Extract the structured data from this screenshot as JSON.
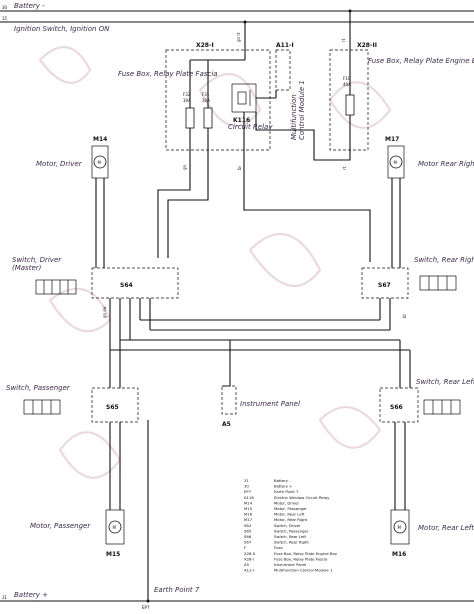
{
  "rails": {
    "top_pin": "30",
    "top_label": "Battery -",
    "second_pin": "15",
    "second_label": "Ignition Switch, Ignition ON",
    "bottom_pin": "31",
    "bottom_label": "Battery +"
  },
  "connectors": {
    "x28_i": "X28-I",
    "a11_i": "A11-I",
    "x28_ii": "X28-II"
  },
  "fuse_box_fascia": "Fuse Box, Relay Plate Fascia",
  "fuse_box_engine": "Fuse Box, Relay Plate Engine Bay",
  "fuses": {
    "f32": {
      "name": "F32",
      "rating": "30A"
    },
    "f31": {
      "name": "F31",
      "rating": "30A"
    },
    "f10": {
      "name": "F10",
      "rating": "40A"
    }
  },
  "relay": {
    "code": "K116",
    "label": "Circuit Relay"
  },
  "module": {
    "line1": "Multifunction",
    "line2": "Control Module 1"
  },
  "motors": {
    "driver": {
      "code": "M14",
      "label": "Motor, Driver"
    },
    "rear_right": {
      "code": "M17",
      "label": "Motor Rear Right"
    },
    "passenger": {
      "code": "M15",
      "label": "Motor, Passenger"
    },
    "rear_left": {
      "code": "M16",
      "label": "Motor, Rear Left"
    }
  },
  "switches": {
    "driver": {
      "code": "S64",
      "line1": "Switch, Driver",
      "line2": "(Master)"
    },
    "rear_right": {
      "code": "S67",
      "label": "Switch, Rear Right"
    },
    "passenger": {
      "code": "S65",
      "label": "Switch, Passenger"
    },
    "rear_left": {
      "code": "S66",
      "label": "Switch, Rear Left"
    }
  },
  "instrument_panel": {
    "code": "A5",
    "label": "Instrument Panel"
  },
  "earth": {
    "label": "Earth Point 7",
    "code": "EP7"
  },
  "wire_labels": {
    "gn_rt": "gn rt",
    "gn": "gn",
    "rt": "rt",
    "br": "br",
    "gr": "gr",
    "gn_sw": "gn sw",
    "bl": "bl"
  },
  "legend": [
    {
      "code": "31",
      "desc": "Battery -"
    },
    {
      "code": "30",
      "desc": "Battery +"
    },
    {
      "code": "EP7",
      "desc": "Earth Point 7"
    },
    {
      "code": "K116",
      "desc": "Electric Window Circuit Relay"
    },
    {
      "code": "M14",
      "desc": "Motor, Driver"
    },
    {
      "code": "M15",
      "desc": "Motor, Passenger"
    },
    {
      "code": "M16",
      "desc": "Motor, Rear Left"
    },
    {
      "code": "M17",
      "desc": "Motor, Rear Right"
    },
    {
      "code": "S64",
      "desc": "Switch, Driver"
    },
    {
      "code": "S65",
      "desc": "Switch, Passenger"
    },
    {
      "code": "S66",
      "desc": "Switch, Rear Left"
    },
    {
      "code": "S67",
      "desc": "Switch, Rear Right"
    },
    {
      "code": "F",
      "desc": "Fuse"
    },
    {
      "code": "X28-II",
      "desc": "Fuse Box, Relay Plate Engine Bay"
    },
    {
      "code": "X28-I",
      "desc": "Fuse Box, Relay Plate Fascia"
    },
    {
      "code": "A5",
      "desc": "Instrument Panel"
    },
    {
      "code": "A11-I",
      "desc": "Multifunction Control Module 1"
    }
  ]
}
